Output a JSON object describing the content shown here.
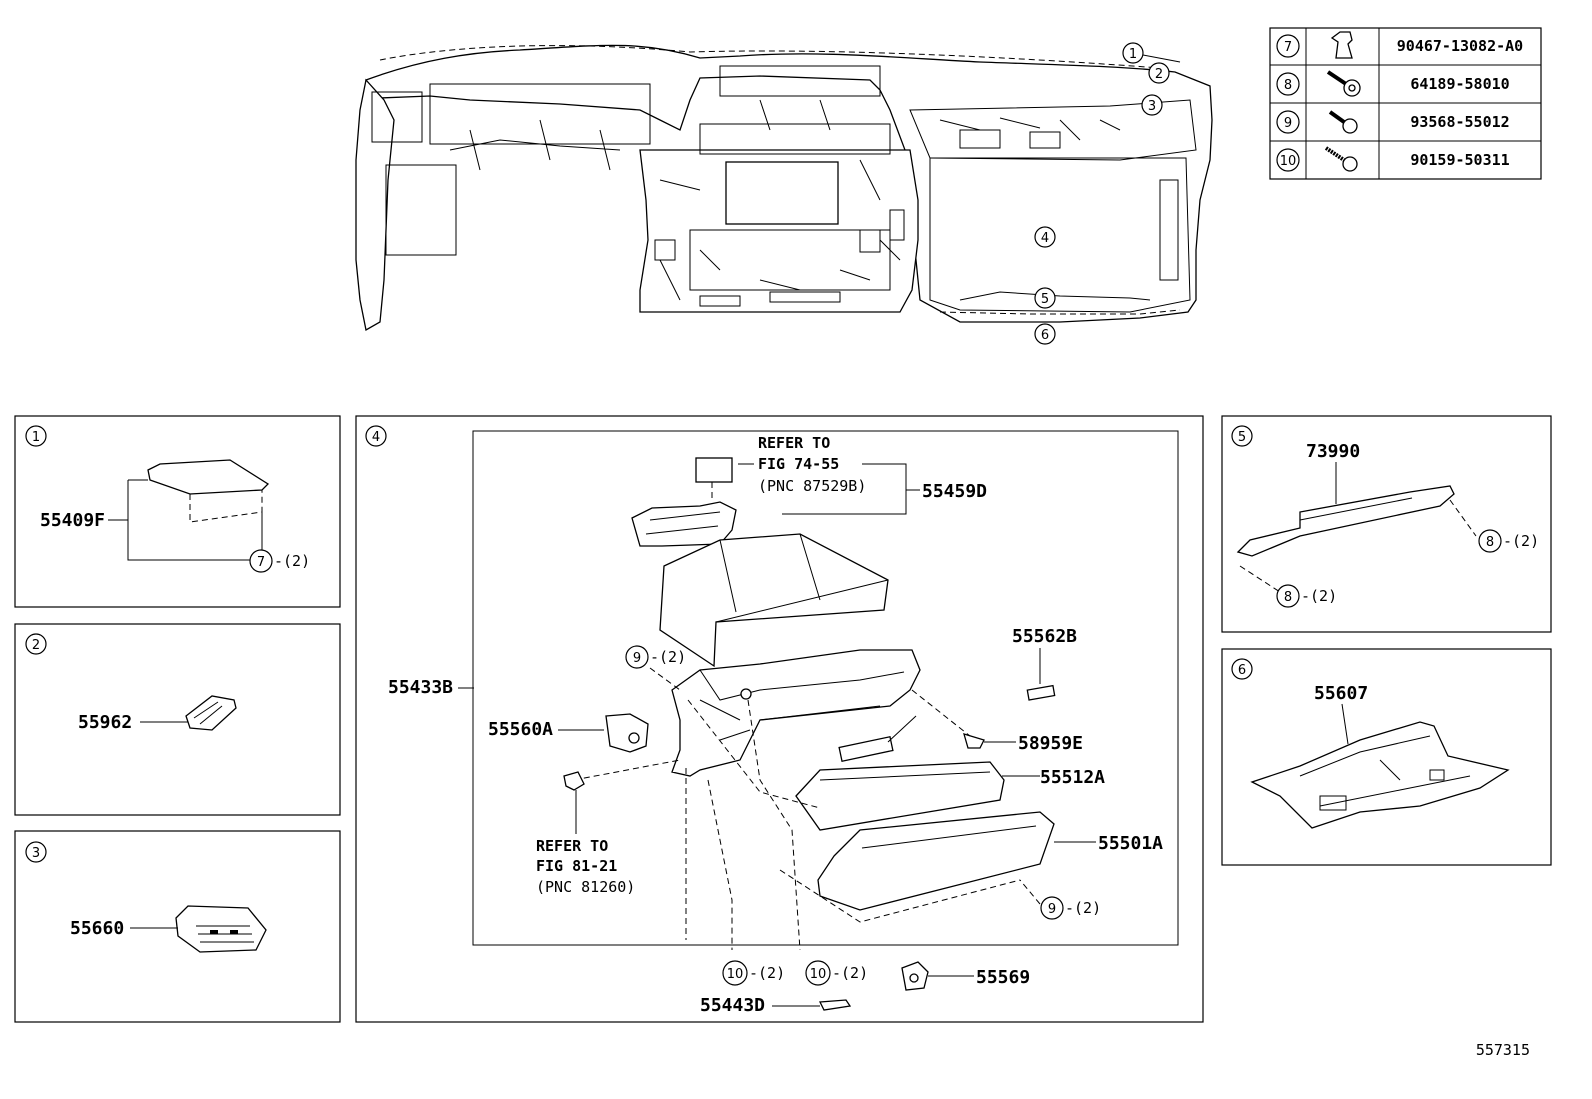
{
  "fastener_table": [
    {
      "key": "7",
      "icon": "clip-icon",
      "part_no": "90467-13082-A0"
    },
    {
      "key": "8",
      "icon": "bolt-washer-icon",
      "part_no": "64189-58010"
    },
    {
      "key": "9",
      "icon": "screw-icon",
      "part_no": "93568-55012"
    },
    {
      "key": "10",
      "icon": "tapping-screw-icon",
      "part_no": "90159-50311"
    }
  ],
  "main_callouts": [
    "1",
    "2",
    "3",
    "4",
    "5",
    "6"
  ],
  "panels": {
    "p1": {
      "key": "1",
      "part": "55409F",
      "fastener": "7",
      "qty": "-(2)"
    },
    "p2": {
      "key": "2",
      "part": "55962"
    },
    "p3": {
      "key": "3",
      "part": "55660"
    },
    "p4": {
      "key": "4",
      "refer_top": {
        "line1": "REFER TO",
        "line2": "FIG 74-55",
        "line3": "(PNC 87529B)"
      },
      "refer_bottom": {
        "line1": "REFER TO",
        "line2": "FIG 81-21",
        "line3": "(PNC 81260)"
      },
      "parts": {
        "p55459D": "55459D",
        "p55433B": "55433B",
        "p55562B": "55562B",
        "p55560A": "55560A",
        "p58959E": "58959E",
        "p55512A": "55512A",
        "p55501A": "55501A",
        "p55569": "55569",
        "p55443D": "55443D"
      },
      "fasteners": {
        "f9a": {
          "key": "9",
          "qty": "-(2)"
        },
        "f9b": {
          "key": "9",
          "qty": "-(2)"
        },
        "f10a": {
          "key": "10",
          "qty": "-(2)"
        },
        "f10b": {
          "key": "10",
          "qty": "-(2)"
        }
      }
    },
    "p5": {
      "key": "5",
      "part": "73990",
      "fastener_a": "8",
      "qty_a": "-(2)",
      "fastener_b": "8",
      "qty_b": "-(2)"
    },
    "p6": {
      "key": "6",
      "part": "55607"
    }
  },
  "figure_id": "557315"
}
